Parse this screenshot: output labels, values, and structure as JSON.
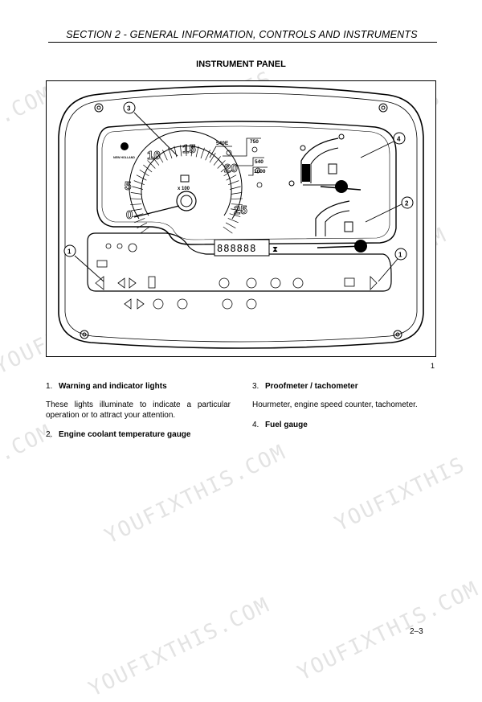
{
  "header": {
    "section": "SECTION 2  - GENERAL INFORMATION, CONTROLS AND INSTRUMENTS"
  },
  "title": "INSTRUMENT PANEL",
  "figure": {
    "number": "1",
    "callouts": [
      "1",
      "1",
      "2",
      "3",
      "4"
    ],
    "tach": {
      "ticks": [
        "0",
        "5",
        "10",
        "15",
        "20",
        "25"
      ],
      "multiplier": "x 100",
      "pto_labels": [
        "540E",
        "750",
        "540",
        "1000"
      ],
      "brand": "NEW HOLLAND"
    },
    "odometer": "888888"
  },
  "items": [
    {
      "num": "1.",
      "label": "Warning and indicator lights",
      "desc": "These lights illuminate to indicate a particular operation  or to attract your attention."
    },
    {
      "num": "2.",
      "label": "Engine coolant temperature gauge"
    },
    {
      "num": "3.",
      "label": "Proofmeter / tachometer",
      "desc": "Hourmeter, engine speed counter, tachometer."
    },
    {
      "num": "4.",
      "label": "Fuel gauge"
    }
  ],
  "page_number": "2–3",
  "watermark": "YOUFIXTHIS.COM"
}
